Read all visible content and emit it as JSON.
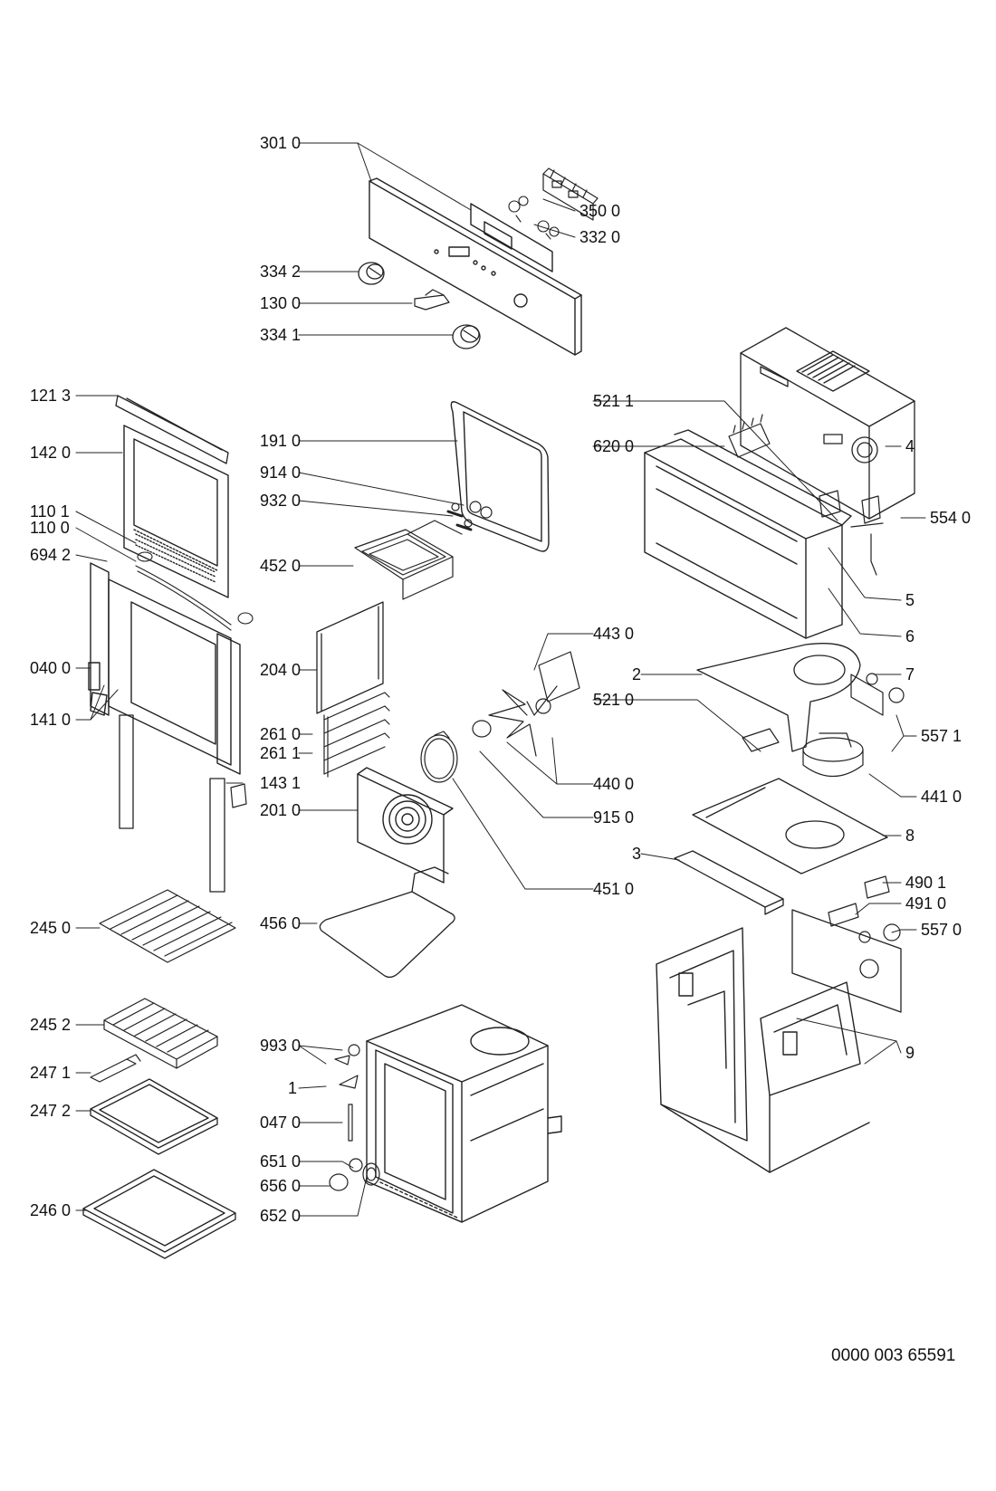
{
  "diagram": {
    "reference_code": "0000 003 65591",
    "labels": {
      "l3010": "301 0",
      "l3500": "350 0",
      "l3320": "332 0",
      "l3342": "334 2",
      "l1300": "130 0",
      "l3341": "334 1",
      "l1213": "121 3",
      "l1420": "142 0",
      "l1101": "110 1",
      "l1100": "110 0",
      "l6942": "694 2",
      "l0400": "040 0",
      "l1410": "141 0",
      "l1910": "191 0",
      "l9140": "914 0",
      "l9320": "932 0",
      "l4520": "452 0",
      "l2040": "204 0",
      "l2610": "261 0",
      "l2611": "261 1",
      "l1431": "143 1",
      "l2010": "201 0",
      "l5211": "521 1",
      "l6200": "620 0",
      "l4": "4",
      "l5540": "554 0",
      "l5": "5",
      "l6": "6",
      "l4430": "443 0",
      "l2": "2",
      "l7": "7",
      "l5210": "521 0",
      "l5571": "557 1",
      "l4400": "440 0",
      "l4410": "441 0",
      "l9150": "915 0",
      "l8": "8",
      "l3": "3",
      "l4510": "451 0",
      "l4901": "490 1",
      "l4910": "491 0",
      "l5570": "557 0",
      "l9": "9",
      "l2450": "245 0",
      "l4560": "456 0",
      "l2452": "245 2",
      "l2471": "247 1",
      "l2472": "247 2",
      "l2460": "246 0",
      "l9930": "993 0",
      "l1": "1",
      "l0470": "047 0",
      "l6510": "651 0",
      "l6560": "656 0",
      "l6520": "652 0"
    }
  }
}
